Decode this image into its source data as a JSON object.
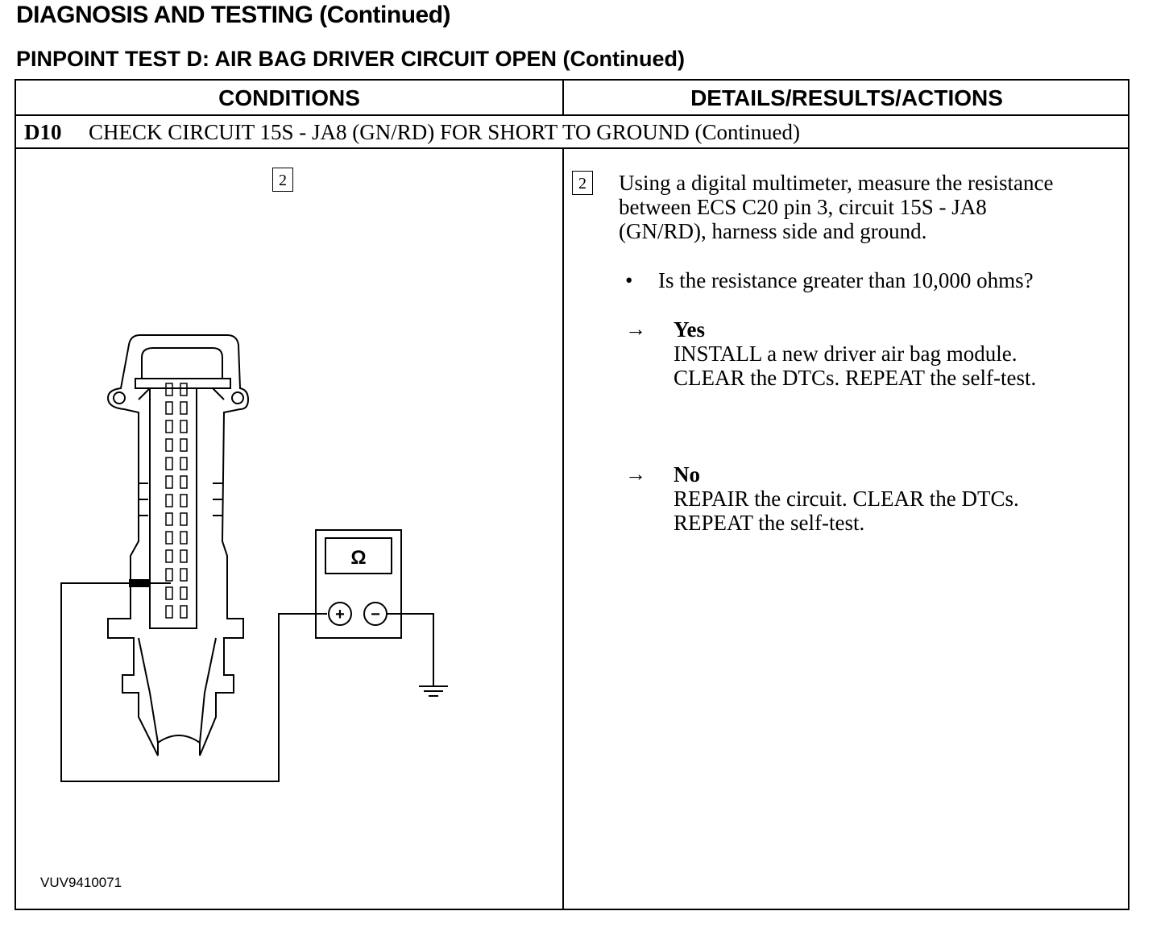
{
  "header": {
    "title": "DIAGNOSIS AND TESTING (Continued)",
    "subtitle": "PINPOINT TEST D:  AIR BAG DRIVER CIRCUIT OPEN (Continued)"
  },
  "table": {
    "col_conditions": "CONDITIONS",
    "col_details": "DETAILS/RESULTS/ACTIONS",
    "step_id": "D10",
    "step_title": "CHECK CIRCUIT 15S - JA8 (GN/RD) FOR SHORT TO GROUND (Continued)"
  },
  "conditions": {
    "step_number": "2",
    "figure_id": "VUV9410071",
    "meter_symbol": "Ω",
    "plus_symbol": "+",
    "minus_symbol": "−"
  },
  "details": {
    "step_number": "2",
    "instruction_lines": [
      "Using a digital multimeter, measure the resistance",
      "between ECS C20 pin 3, circuit 15S - JA8",
      "(GN/RD), harness side and ground."
    ],
    "bullet": "•",
    "question": "Is the resistance greater than 10,000 ohms?",
    "arrow": "→",
    "yes": {
      "label": "Yes",
      "lines": [
        "INSTALL a new driver air bag module.",
        "CLEAR the DTCs. REPEAT the self-test."
      ]
    },
    "no": {
      "label": "No",
      "lines": [
        "REPAIR the circuit. CLEAR the DTCs.",
        "REPEAT the self-test."
      ]
    }
  }
}
